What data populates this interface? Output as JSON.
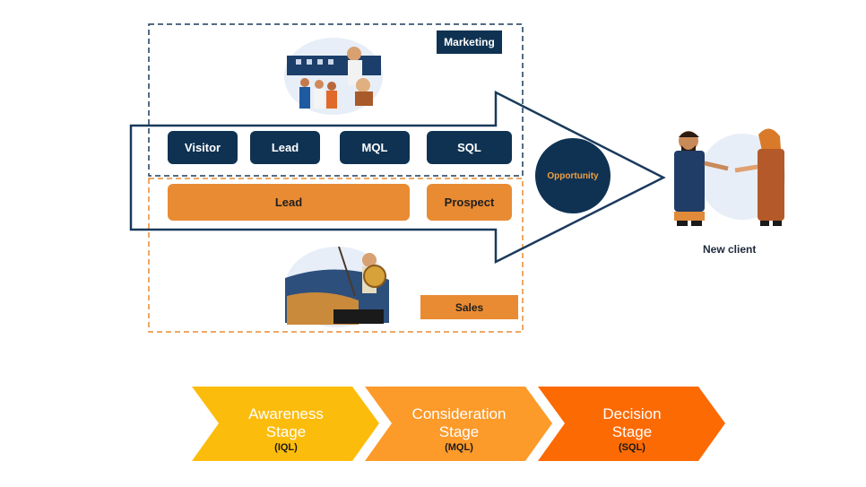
{
  "funnel": {
    "marketing_tag": "Marketing",
    "sales_tag": "Sales",
    "marketing_stages": [
      "Visitor",
      "Lead",
      "MQL",
      "SQL"
    ],
    "sales_stages": [
      "Lead",
      "Prospect"
    ],
    "opportunity": "Opportunity",
    "new_client": "New client"
  },
  "buyer_journey": [
    {
      "line1": "Awareness",
      "line2": "Stage",
      "sub": "(IQL)",
      "color": "#fcbc0c"
    },
    {
      "line1": "Consideration",
      "line2": "Stage",
      "sub": "(MQL)",
      "color": "#fc9a2a"
    },
    {
      "line1": "Decision",
      "line2": "Stage",
      "sub": "(SQL)",
      "color": "#fc6a04"
    }
  ],
  "colors": {
    "navy": "#0f3252",
    "orange": "#e98b32"
  }
}
